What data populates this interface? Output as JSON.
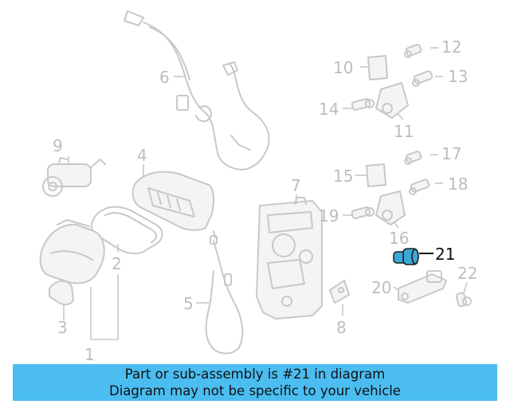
{
  "callouts": {
    "c1": "1",
    "c2": "2",
    "c3": "3",
    "c4": "4",
    "c5": "5",
    "c6": "6",
    "c7": "7",
    "c8": "8",
    "c9": "9",
    "c10": "10",
    "c11": "11",
    "c12": "12",
    "c13": "13",
    "c14": "14",
    "c15": "15",
    "c16": "16",
    "c17": "17",
    "c18": "18",
    "c19": "19",
    "c20": "20",
    "c21": "21",
    "c22": "22"
  },
  "highlighted_part": "21",
  "colors": {
    "highlight_part": "#3aa8d8",
    "banner": "#4bbdf1",
    "parts": "#c8c8c8"
  },
  "banner": {
    "line1": "Part or sub-assembly is #21 in diagram",
    "line2": "Diagram may not be specific to your vehicle"
  }
}
